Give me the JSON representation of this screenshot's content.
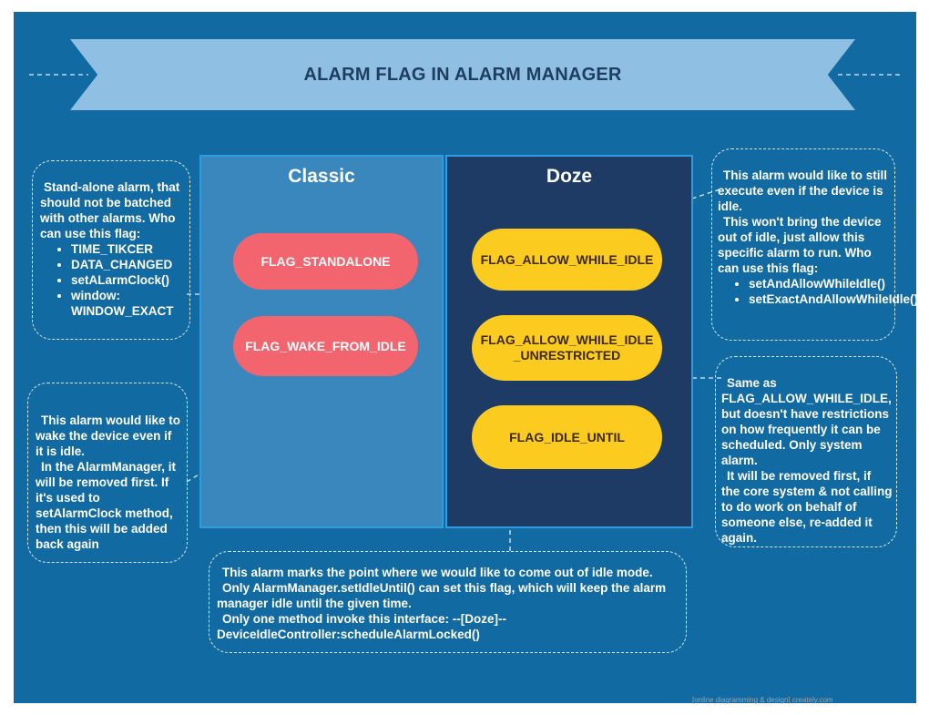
{
  "title": "ALARM FLAG IN ALARM MANAGER",
  "panels": {
    "classic": "Classic",
    "doze": "Doze"
  },
  "flags": {
    "standalone": "FLAG_STANDALONE",
    "wake_from_idle": "FLAG_WAKE_FROM_IDLE",
    "allow_while_idle": "FLAG_ALLOW_WHILE_IDLE",
    "allow_while_idle_unrestricted_line1": "FLAG_ALLOW_WHILE_IDLE",
    "allow_while_idle_unrestricted_line2": "_UNRESTRICTED",
    "idle_until": "FLAG_IDLE_UNTIL"
  },
  "notes": {
    "standalone": {
      "text": "Stand-alone alarm, that should not be batched with other alarms. Who can use this flag:",
      "items": [
        "TIME_TIKCER",
        "DATA_CHANGED",
        "setALarmClock()",
        "window: WINDOW_EXACT"
      ]
    },
    "wake_from_idle": {
      "p1": "This alarm would like to wake the device even if it is idle.",
      "p2": "In the AlarmManager, it will be removed first. If it's used to setAlarmClock method, then this will be added back again"
    },
    "allow_while_idle": {
      "p1": "This alarm would like to still execute even if the device is idle.",
      "p2": "This won't bring the device out of idle, just allow this specific alarm to run. Who can use this flag:",
      "items": [
        "setAndAllowWhileIdle()",
        "setExactAndAllowWhileIdle()"
      ]
    },
    "unrestricted": {
      "p1": "Same as FLAG_ALLOW_WHILE_IDLE, but doesn't have restrictions on how frequently it can be scheduled. Only system alarm.",
      "p2": "It will be removed first, if the core system & not calling to do work on behalf of someone else, re-added it again."
    },
    "idle_until": {
      "p1": "This alarm marks the point where we would like to come out of idle mode.",
      "p2": "Only AlarmManager.setIdleUntil() can set this flag, which will keep the alarm manager idle until the given time.",
      "p3": "Only one method invoke this interface: --[Doze]--DeviceIdleController:scheduleAlarmLocked()"
    }
  },
  "footer": "[online diagramming & design] creately.com",
  "colors": {
    "background": "#116aa1",
    "banner": "#8fc0e3",
    "classic_panel": "#3a87bd",
    "doze_panel": "#1d3b64",
    "red_flag": "#f2646e",
    "yellow_flag": "#fccb1f"
  }
}
